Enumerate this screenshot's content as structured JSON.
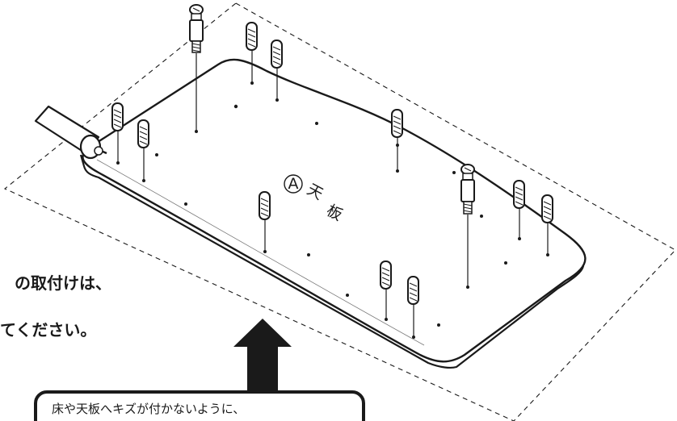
{
  "instruction": {
    "line1": "の取付けは、",
    "line2": "てください。"
  },
  "panel_label": {
    "letter": "A",
    "word1": "天",
    "word2": "板"
  },
  "note": {
    "text": "床や天板へキズが付かないように、"
  },
  "colors": {
    "line": "#1a1a1a",
    "fill": "#ffffff",
    "arrow": "#1a1a1a"
  }
}
